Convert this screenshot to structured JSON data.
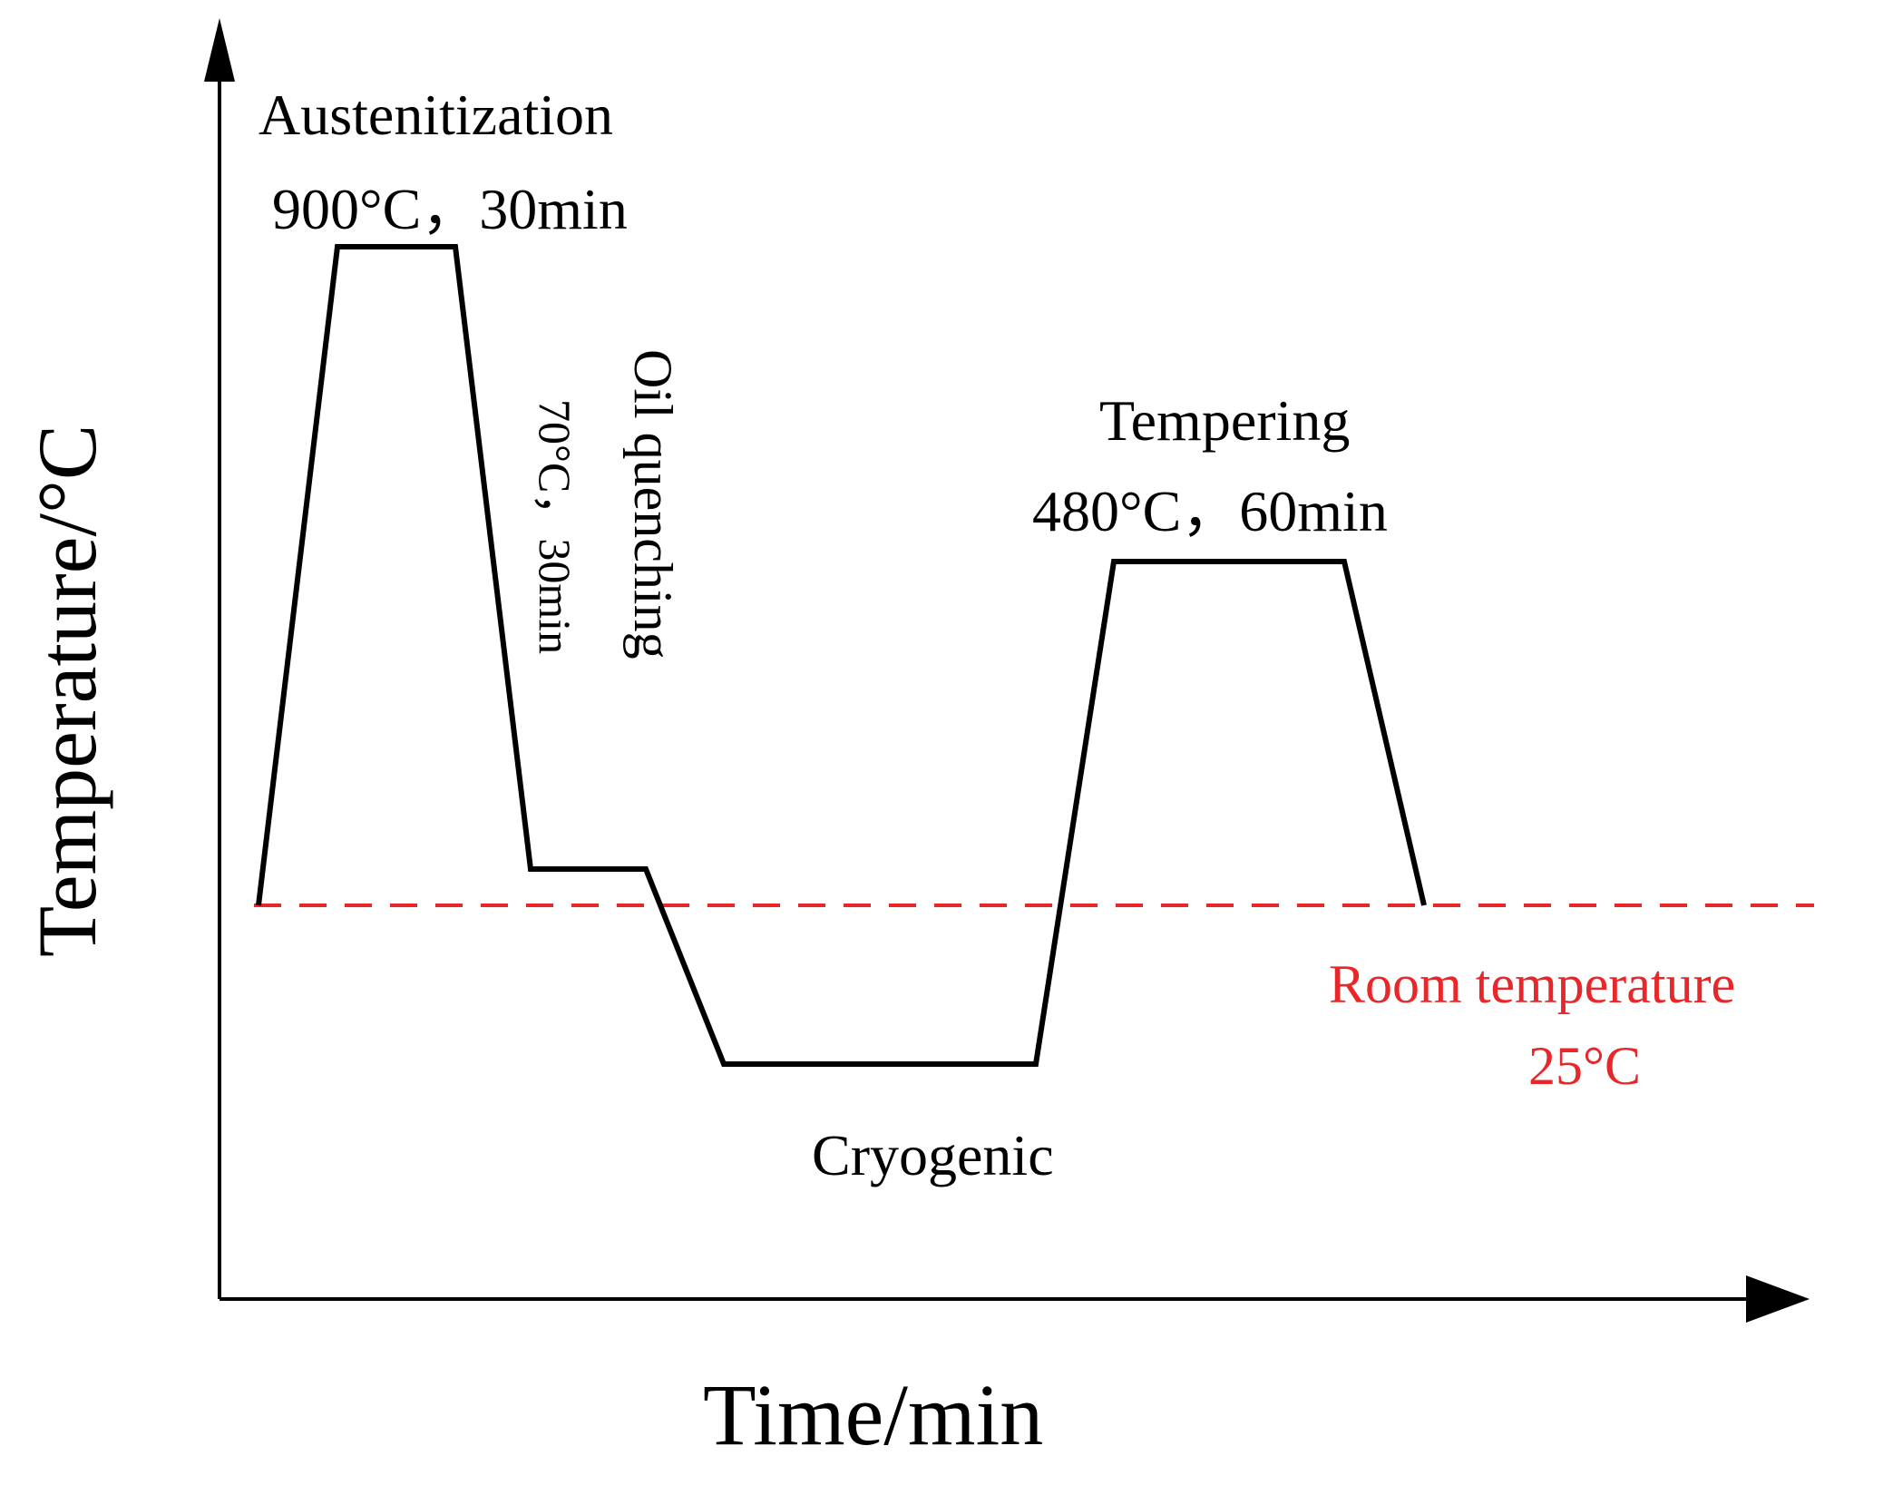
{
  "axes": {
    "x_label": "Time/min",
    "y_label": "Temperature/°C"
  },
  "stages": {
    "austenitization": {
      "name": "Austenitization",
      "params": "900°C，30min"
    },
    "oil_quenching": {
      "name": "Oil quenching",
      "params": "70°C，30min"
    },
    "cryogenic": {
      "name": "Cryogenic"
    },
    "tempering": {
      "name": "Tempering",
      "params": "480°C，60min"
    }
  },
  "room_temperature": {
    "label": "Room temperature",
    "value": "25°C"
  },
  "colors": {
    "profile": "#000000",
    "room_temperature": "#e8272a"
  }
}
